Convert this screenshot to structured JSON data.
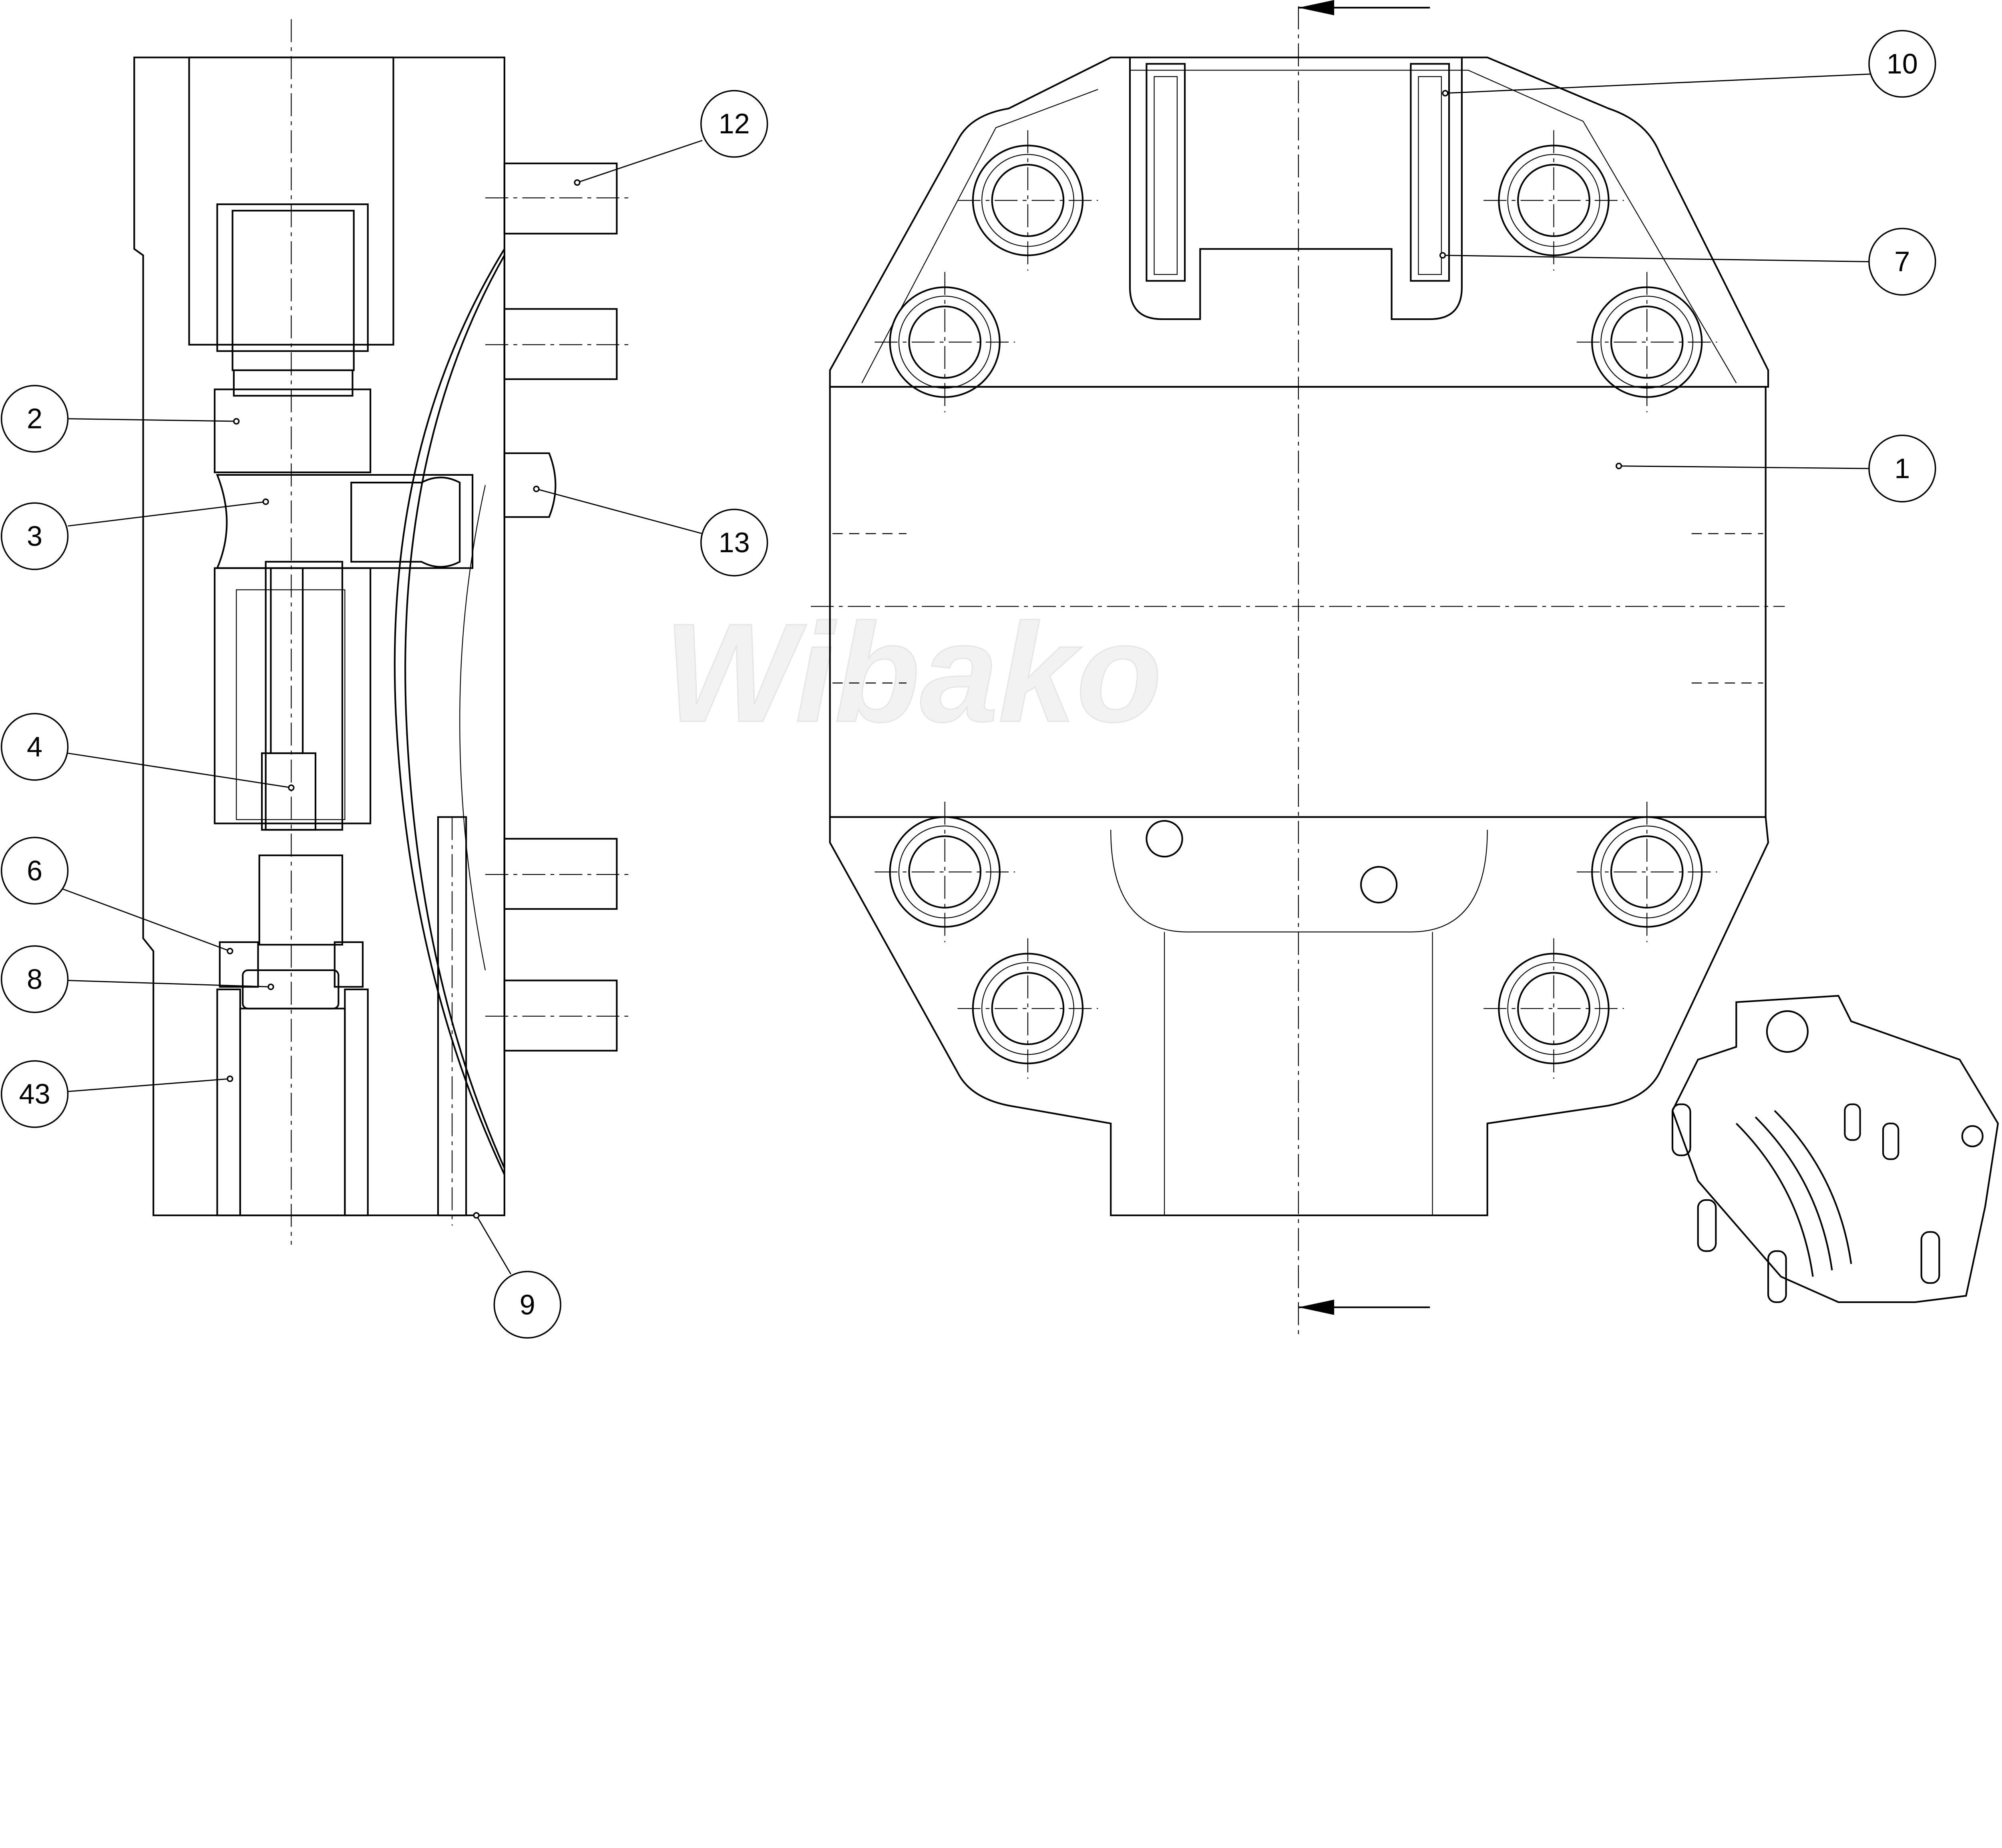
{
  "drawing": {
    "title": "Hydraulic motor cross-section and front view",
    "watermark": "Wibako"
  },
  "callouts": {
    "c1": "1",
    "c2": "2",
    "c3": "3",
    "c4": "4",
    "c6": "6",
    "c7": "7",
    "c8": "8",
    "c9": "9",
    "c10": "10",
    "c12": "12",
    "c13": "13",
    "c43": "43"
  }
}
